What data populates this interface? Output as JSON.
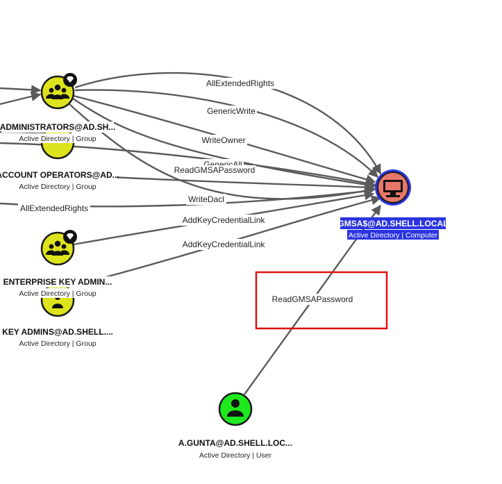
{
  "nodes": {
    "administrators": {
      "name": "ADMINISTRATORS@AD.SH...",
      "meta": "Active Directory | Group",
      "color": "#dde31c",
      "icon": "group-icon",
      "badge": "gem-icon"
    },
    "hidden_group": {
      "name": "",
      "meta": "",
      "color": "#dde31c",
      "icon": "group-icon"
    },
    "account_operators": {
      "name": "ACCOUNT OPERATORS@AD...",
      "meta": "Active Directory | Group",
      "color": "#dde31c",
      "icon": "group-icon"
    },
    "enterprise_key_admins": {
      "name": "ENTERPRISE KEY ADMIN...",
      "meta": "Active Directory | Group",
      "color": "#dde31c",
      "icon": "group-icon",
      "badge": "gem-icon"
    },
    "key_admins": {
      "name": "KEY ADMINS@AD.SHELL....",
      "meta": "Active Directory | Group",
      "color": "#dde31c",
      "icon": "group-icon"
    },
    "gmsa": {
      "name": "GMSA$@AD.SHELL.LOCAL",
      "meta": "Active Directory | Computer",
      "color": "#e8776b",
      "ring": "#2a35e0",
      "label_bg": "#2a35e0",
      "icon": "computer-icon"
    },
    "agunta": {
      "name": "A.GUNTA@AD.SHELL.LOC...",
      "meta": "Active Directory | User",
      "color": "#1ee81e",
      "icon": "user-icon"
    }
  },
  "edges": {
    "all_extended_rights_1": "AllExtendedRights",
    "generic_write": "GenericWrite",
    "write_owner": "WriteOwner",
    "generic_all": "GenericAll",
    "read_gmsa_password_1": "ReadGMSAPassword",
    "write_dacl": "WriteDacl",
    "all_extended_rights_2": "AllExtendedRights",
    "add_key_credential_link_1": "AddKeyCredentialLink",
    "add_key_credential_link_2": "AddKeyCredentialLink",
    "read_gmsa_password_2": "ReadGMSAPassword"
  },
  "highlight": {
    "color": "#e01010",
    "edge": "read_gmsa_password_2"
  }
}
